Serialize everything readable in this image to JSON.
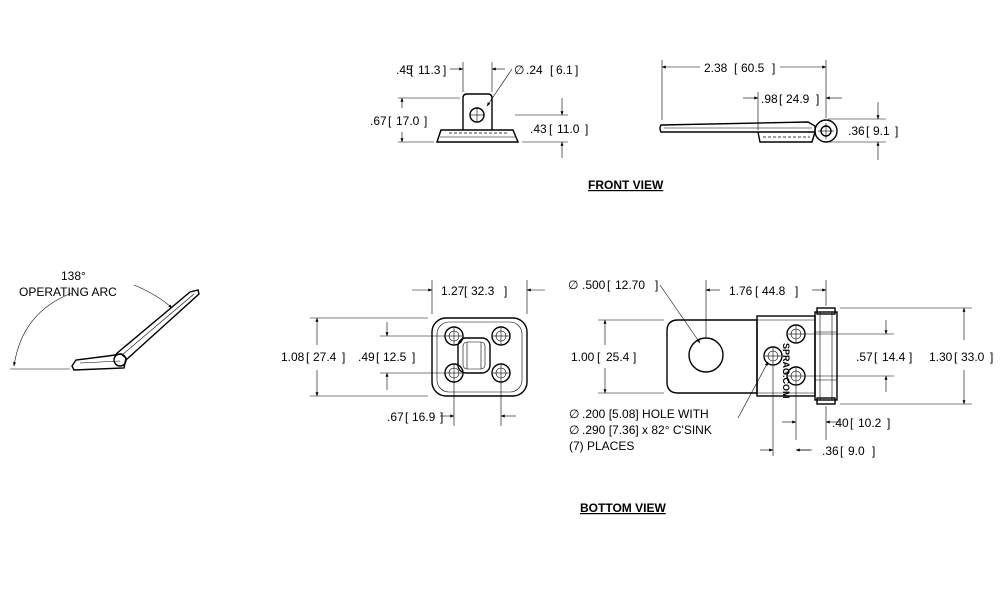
{
  "views": {
    "front_label": "FRONT VIEW",
    "bottom_label": "BOTTOM VIEW"
  },
  "front_view": {
    "dim_width_45": ".45",
    "dim_width_45_mm": "11.3",
    "dim_hole_24": ".24",
    "dim_hole_24_mm": "6.1",
    "dim_height_67": ".67",
    "dim_height_67_mm": "17.0",
    "dim_height_43": ".43",
    "dim_height_43_mm": "11.0",
    "dim_length_238": "2.38",
    "dim_length_238_mm": "60.5",
    "dim_length_98": ".98",
    "dim_length_98_mm": "24.9",
    "dim_height_36": ".36",
    "dim_height_36_mm": "9.1"
  },
  "arc": {
    "angle": "138°",
    "label": "OPERATING ARC"
  },
  "bottom_view": {
    "dim_127": "1.27",
    "dim_127_mm": "32.3",
    "dim_108": "1.08",
    "dim_108_mm": "27.4",
    "dim_49": ".49",
    "dim_49_mm": "12.5",
    "dim_67": ".67",
    "dim_67_mm": "16.9",
    "dim_500": ".500",
    "dim_500_mm": "12.70",
    "dim_176": "1.76",
    "dim_176_mm": "44.8",
    "dim_100": "1.00",
    "dim_100_mm": "25.4",
    "dim_57": ".57",
    "dim_57_mm": "14.4",
    "dim_130": "1.30",
    "dim_130_mm": "33.0",
    "dim_40": ".40",
    "dim_40_mm": "10.2",
    "dim_36b": ".36",
    "dim_36b_mm": "9.0",
    "note_line1": ".200 [5.08]  HOLE WITH",
    "note_line2": ".290 [7.36] x 82° C'SINK",
    "note_line3": "(7) PLACES",
    "stamp": "SPRAG.COM"
  },
  "symbols": {
    "diameter": "∅"
  }
}
